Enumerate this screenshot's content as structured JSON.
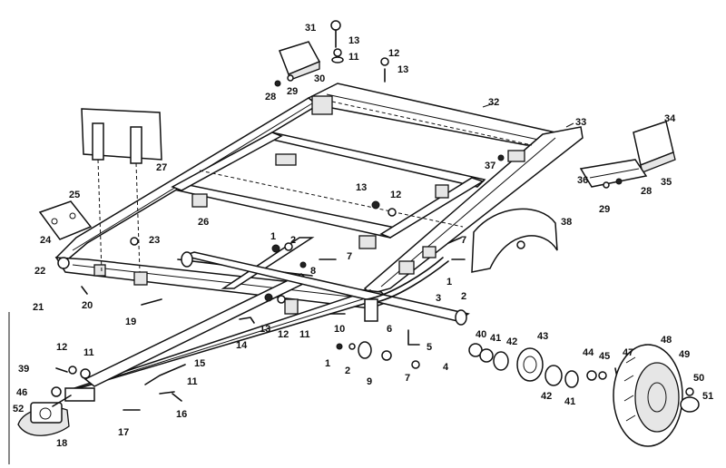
{
  "callouts": [
    {
      "id": "c31",
      "text": "31"
    },
    {
      "id": "c13a",
      "text": "13"
    },
    {
      "id": "c11a",
      "text": "11"
    },
    {
      "id": "c12a",
      "text": "12"
    },
    {
      "id": "c13b",
      "text": "13"
    },
    {
      "id": "c28a",
      "text": "28"
    },
    {
      "id": "c29a",
      "text": "29"
    },
    {
      "id": "c30",
      "text": "30"
    },
    {
      "id": "c32",
      "text": "32"
    },
    {
      "id": "c33",
      "text": "33"
    },
    {
      "id": "c34",
      "text": "34"
    },
    {
      "id": "c37",
      "text": "37"
    },
    {
      "id": "c36",
      "text": "36"
    },
    {
      "id": "c35",
      "text": "35"
    },
    {
      "id": "c28b",
      "text": "28"
    },
    {
      "id": "c29b",
      "text": "29"
    },
    {
      "id": "c27",
      "text": "27"
    },
    {
      "id": "c25",
      "text": "25"
    },
    {
      "id": "c24",
      "text": "24"
    },
    {
      "id": "c26",
      "text": "26"
    },
    {
      "id": "c13c",
      "text": "13"
    },
    {
      "id": "c12b",
      "text": "12"
    },
    {
      "id": "c38",
      "text": "38"
    },
    {
      "id": "c23",
      "text": "23"
    },
    {
      "id": "c22",
      "text": "22"
    },
    {
      "id": "c21",
      "text": "21"
    },
    {
      "id": "c20",
      "text": "20"
    },
    {
      "id": "c1a",
      "text": "1"
    },
    {
      "id": "c2a",
      "text": "2"
    },
    {
      "id": "c8",
      "text": "8"
    },
    {
      "id": "c7a",
      "text": "7"
    },
    {
      "id": "c7b",
      "text": "7"
    },
    {
      "id": "c1b",
      "text": "1"
    },
    {
      "id": "c2b",
      "text": "2"
    },
    {
      "id": "c3",
      "text": "3"
    },
    {
      "id": "c19",
      "text": "19"
    },
    {
      "id": "c13d",
      "text": "13"
    },
    {
      "id": "c12c",
      "text": "12"
    },
    {
      "id": "c11b",
      "text": "11"
    },
    {
      "id": "c14",
      "text": "14"
    },
    {
      "id": "c10",
      "text": "10"
    },
    {
      "id": "c6",
      "text": "6"
    },
    {
      "id": "c5",
      "text": "5"
    },
    {
      "id": "c4",
      "text": "4"
    },
    {
      "id": "c40",
      "text": "40"
    },
    {
      "id": "c41a",
      "text": "41"
    },
    {
      "id": "c42a",
      "text": "42"
    },
    {
      "id": "c43",
      "text": "43"
    },
    {
      "id": "c44",
      "text": "44"
    },
    {
      "id": "c45",
      "text": "45"
    },
    {
      "id": "c47",
      "text": "47"
    },
    {
      "id": "c48",
      "text": "48"
    },
    {
      "id": "c49",
      "text": "49"
    },
    {
      "id": "c50",
      "text": "50"
    },
    {
      "id": "c51",
      "text": "51"
    },
    {
      "id": "c42b",
      "text": "42"
    },
    {
      "id": "c41b",
      "text": "41"
    },
    {
      "id": "c1c",
      "text": "1"
    },
    {
      "id": "c2c",
      "text": "2"
    },
    {
      "id": "c9",
      "text": "9"
    },
    {
      "id": "c7c",
      "text": "7"
    },
    {
      "id": "c12d",
      "text": "12"
    },
    {
      "id": "c11c",
      "text": "11"
    },
    {
      "id": "c39",
      "text": "39"
    },
    {
      "id": "c15",
      "text": "15"
    },
    {
      "id": "c11d",
      "text": "11"
    },
    {
      "id": "c46",
      "text": "46"
    },
    {
      "id": "c52",
      "text": "52"
    },
    {
      "id": "c16",
      "text": "16"
    },
    {
      "id": "c17",
      "text": "17"
    },
    {
      "id": "c18",
      "text": "18"
    }
  ]
}
